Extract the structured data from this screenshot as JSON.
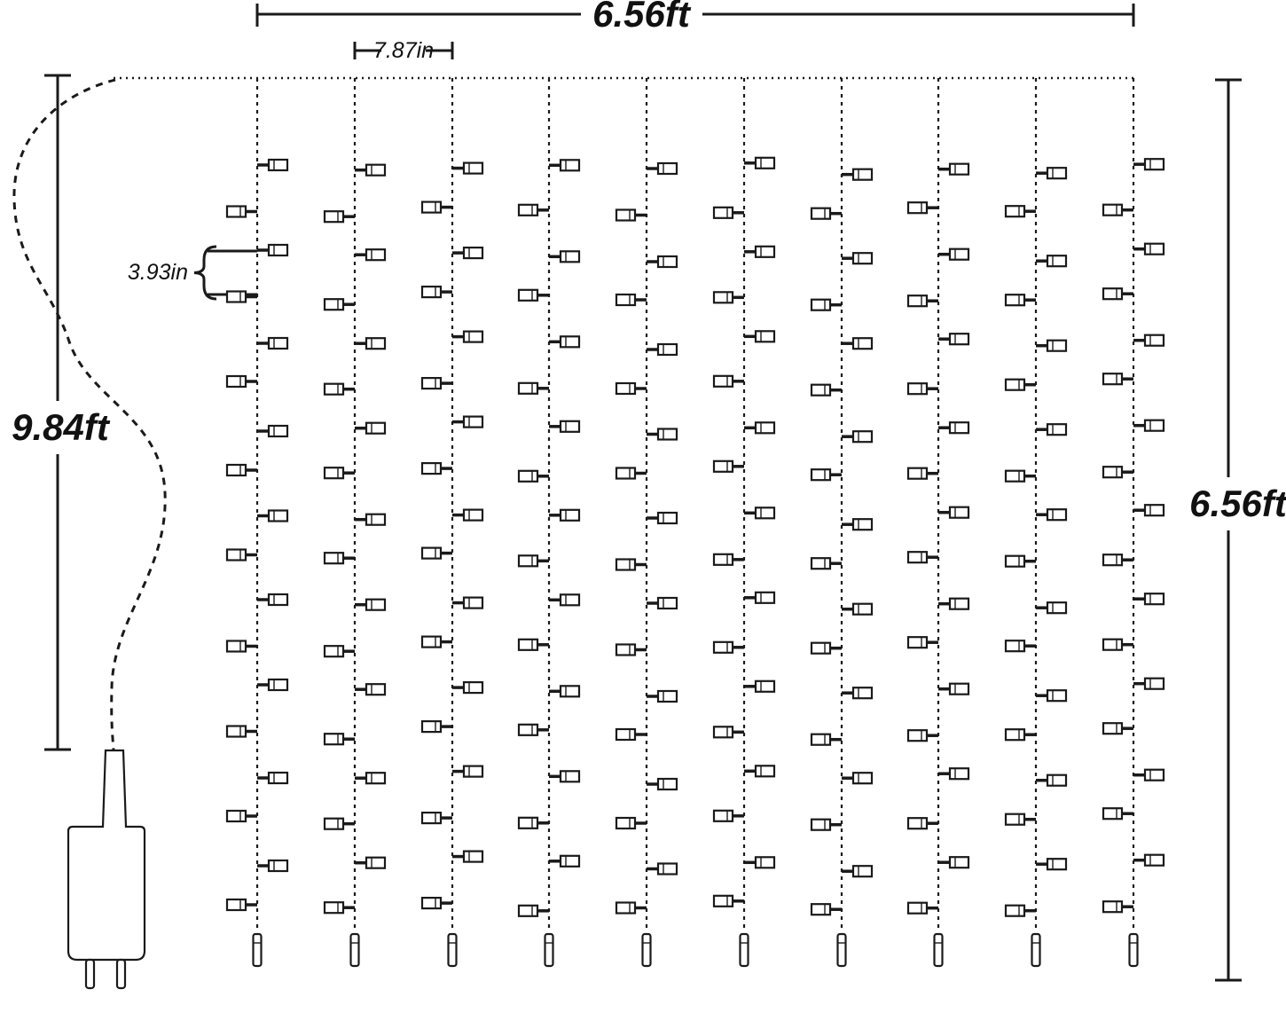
{
  "diagram": {
    "labels": {
      "curtain_width": "6.56ft",
      "strand_spacing": "7.87in",
      "bulb_spacing": "3.93in",
      "lead_wire_length": "9.84ft",
      "curtain_height": "6.56ft"
    },
    "strand_count": 10,
    "bulbs_per_strand": 18,
    "colors": {
      "line": "#1a1a1a",
      "background": "#ffffff"
    }
  }
}
